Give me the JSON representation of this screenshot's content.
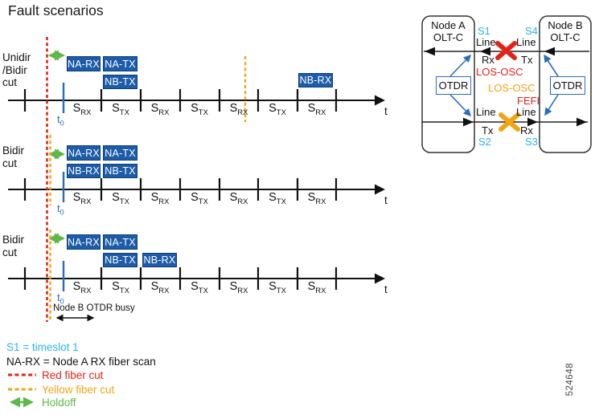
{
  "title": "Fault scenarios",
  "figure_number": "524648",
  "colors": {
    "red": "#e2231a",
    "yellow": "#f2a413",
    "green": "#5cb947",
    "cyan": "#29b5e8",
    "box_blue": "#1d5ca8",
    "box_border": "#0f3c77",
    "arrow_blue": "#2a6ebb",
    "axis_black": "#111111"
  },
  "slot_labels": [
    {
      "base": "S",
      "sub": "RX"
    },
    {
      "base": "S",
      "sub": "TX"
    },
    {
      "base": "S",
      "sub": "RX"
    },
    {
      "base": "S",
      "sub": "TX"
    },
    {
      "base": "S",
      "sub": "RX"
    },
    {
      "base": "S",
      "sub": "TX"
    },
    {
      "base": "S",
      "sub": "RX"
    }
  ],
  "t0": {
    "base": "t",
    "sub": "0"
  },
  "axis_label": "t",
  "timelines": [
    {
      "label": "Unidir\n/Bidir\ncut",
      "boxes": {
        "na_rx": "NA-RX",
        "na_tx": "NA-TX",
        "nb_tx": "NB-TX",
        "nb_rx": "NB-RX"
      }
    },
    {
      "label": "Bidir\ncut",
      "boxes": {
        "na_rx": "NA-RX",
        "na_tx": "NA-TX",
        "nb_rx": "NB-RX",
        "nb_tx": "NB-TX"
      }
    },
    {
      "label": "Bidir\ncut",
      "boxes": {
        "na_rx": "NA-RX",
        "na_tx": "NA-TX",
        "nb_tx": "NB-TX",
        "nb_rx": "NB-RX"
      },
      "busy_note": "Node B OTDR busy"
    }
  ],
  "node_diagram": {
    "node_a_title": "Node A\nOLT-C",
    "node_b_title": "Node B\nOLT-C",
    "otdr": "OTDR",
    "s1": "S1",
    "s2": "S2",
    "s3": "S3",
    "s4": "S4",
    "line": "Line",
    "rx": "Rx",
    "tx": "Tx",
    "los_osc": "LOS-OSC",
    "fefi": "FEFI"
  },
  "legend": {
    "timeslot": "S1 = timeslot 1",
    "scan": "NA-RX = Node A RX fiber scan",
    "red_cut": "Red fiber cut",
    "yellow_cut": "Yellow fiber cut",
    "holdoff": "Holdoff"
  }
}
